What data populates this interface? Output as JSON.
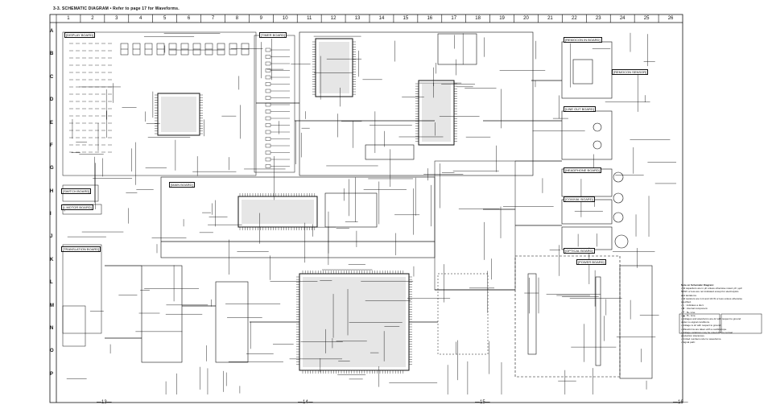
{
  "header": {
    "title": "3-3.  SCHEMATIC DIAGRAM  • Refer to page 17 for Waveforms."
  },
  "grid": {
    "columns": [
      "1",
      "2",
      "3",
      "4",
      "5",
      "6",
      "7",
      "8",
      "9",
      "10",
      "11",
      "12",
      "13",
      "14",
      "15",
      "16",
      "17",
      "18",
      "19",
      "20",
      "21",
      "22",
      "23",
      "24",
      "25",
      "26"
    ],
    "rows": [
      "A",
      "B",
      "C",
      "D",
      "E",
      "F",
      "G",
      "H",
      "I",
      "J",
      "K",
      "L",
      "M",
      "N",
      "O",
      "P"
    ]
  },
  "page_numbers": [
    "—13—",
    "—14—",
    "—15—",
    "—16—"
  ],
  "board_labels": {
    "display": "[DISPLAY BOARD]",
    "timer": "[TIMER BOARD]",
    "remocon_in": "[REMOCON IN BOARD]",
    "remocon_sensor": "[REMOCON SENSOR]",
    "line_out": "[LINE OUT BOARD]",
    "headphone": "[HEADPHONE BOARD]",
    "coaxial": "[COAXIAL BOARD]",
    "optical": "[OPTICAL BOARD]",
    "power": "[POWER BOARD]",
    "switch": "[SWITCH BOARD]",
    "motor": "[L.MOTOR BOARD]",
    "main": "[MAIN BOARD]",
    "translation": "[TRANSLATION BOARD]"
  },
  "notes": {
    "heading": "Note on Schematic Diagram:",
    "lines": [
      "• All capacitors are in μF unless otherwise noted. pF: μμF",
      "  50WV or less are not indicated except for electrolytics",
      "  and tantalums.",
      "• All resistors are in Ω and 1/4 W or less unless otherwise",
      "  specified.",
      "•  ▷ : indicates a duct.",
      "•  ⊏ : internal component.",
      "•  ⊢ : B+ Line.",
      "•  ▬ : B– Line.",
      "• Voltages and waveforms are dc with respect to ground",
      "  under no-signal conditions.",
      "• Voltage is dc with respect to ground.",
      "• Waveforms are taken with a oscilloscope.",
      "• Voltage variations may be noted due to normal",
      "  production tolerances.",
      "• Circled numbers refer to waveforms.",
      "• Signal path:"
    ],
    "box_left": "Note:\nThe components identified by mark ⚠ or dotted line are critical for safety.",
    "box_right": "Note:\nLes composants identifiés par une marque ⚠ sont critiques pour la sécurité."
  },
  "colors": {
    "ink": "#111111",
    "paper": "#ffffff"
  }
}
